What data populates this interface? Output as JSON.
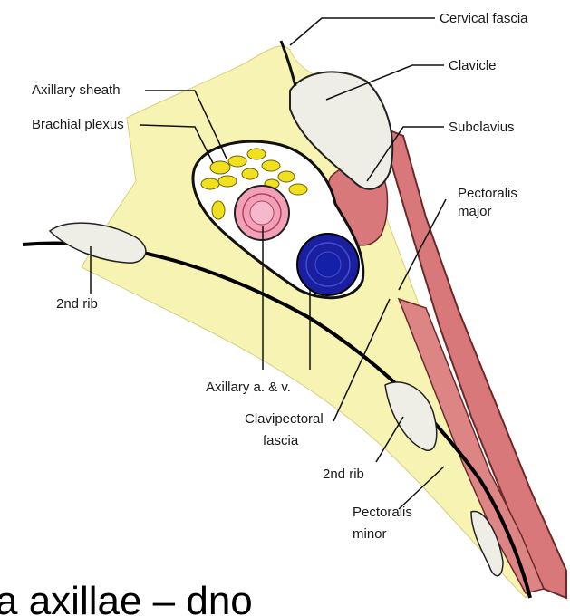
{
  "labels": {
    "cervical_fascia": "Cervical fascia",
    "clavicle": "Clavicle",
    "subclavius": "Subclavius",
    "pectoralis_major_1": "Pectoralis",
    "pectoralis_major_2": "major",
    "axillary_sheath": "Axillary sheath",
    "brachial_plexus": "Brachial plexus",
    "second_rib_left": "2nd rib",
    "axillary_vessels": "Axillary a. & v.",
    "clavipectoral_1": "Clavipectoral",
    "clavipectoral_2": "fascia",
    "second_rib_right": "2nd rib",
    "pectoralis_minor_1": "Pectoralis",
    "pectoralis_minor_2": "minor"
  },
  "caption": "a axillae – dno",
  "colors": {
    "fat": "#f7f3b2",
    "muscle": "#d9787a",
    "bone": "#eeeee6",
    "artery": "#f2a0b8",
    "vein": "#1a1fa0",
    "nerve": "#f0e020"
  }
}
